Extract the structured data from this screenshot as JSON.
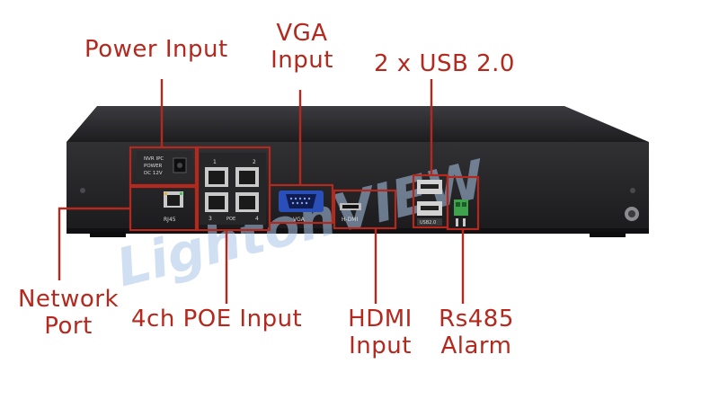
{
  "colors": {
    "callout_red": "#b5281e",
    "chassis": "#1f1f21",
    "panel_face": "#2b2b2d",
    "blue_label": "#1f3aa8",
    "watermark": "#a9c4e6",
    "terminal_green": "#3fa34d"
  },
  "callouts": {
    "power_input": "Power Input",
    "vga_input_line1": "VGA",
    "vga_input_line2": "Input",
    "usb": "2 x USB 2.0",
    "network_port_line1": "Network",
    "network_port_line2": "Port",
    "poe_input": "4ch POE Input",
    "hdmi_input_line1": "HDMI",
    "hdmi_input_line2": "Input",
    "rs485_line1": "Rs485",
    "rs485_line2": "Alarm"
  },
  "panel_markings": {
    "power_line1": "NVR IPC",
    "power_line2": "POWER",
    "power_line3": "DC 12V",
    "rj45": "RJ45",
    "vga": "VGA",
    "hdmi": "H-DMI",
    "poe_1": "1",
    "poe_2": "2",
    "poe_3": "3",
    "poe_4": "4",
    "poe_bottom": "POE",
    "usb_label": "USB2.0"
  },
  "watermark_text": "LightonVIEW",
  "icons": {
    "rj45_port": "ethernet-port-icon",
    "vga_port": "vga-port-icon",
    "hdmi_port": "hdmi-port-icon",
    "usb_port": "usb-port-icon",
    "dc_jack": "dc-power-jack-icon",
    "terminal_block": "terminal-block-icon",
    "ground_screw": "ground-screw-icon"
  }
}
